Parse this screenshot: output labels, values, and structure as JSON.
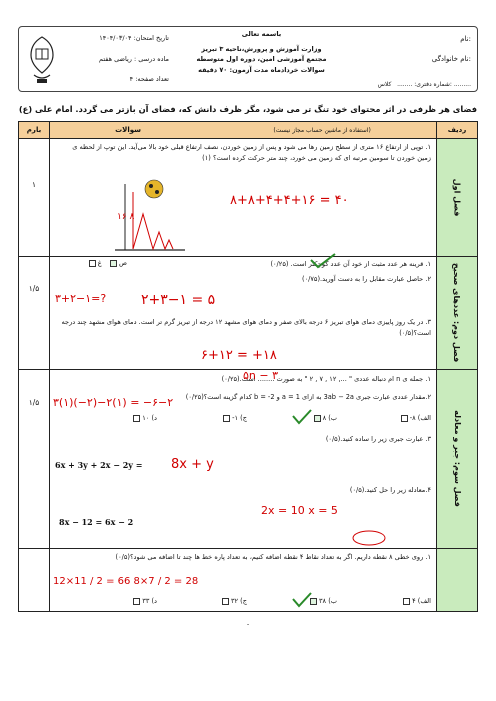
{
  "header": {
    "name_label": "نام:",
    "family_label": "نام خانوادگی:",
    "class_label": "کلاس: .........",
    "office_label": "شماره دفتری: ........",
    "blessing": "باسمه تعالی",
    "ministry": "وزارت آموزش و پرورش،ناحیه ۳ تبریز",
    "school": "مجتمع آموزشی امین، دوره اول متوسطه",
    "exam_info": "سوالات خردادماه   مدت آزمون: ۷۰ دقیقه",
    "date_label": "تاریخ امتحان: ۱۴۰۴/۰۳/۰۴",
    "subject_label": "ماده درسی : ریاضی هفتم",
    "pages_label": "تعداد صفحه: ۴"
  },
  "motto": "فضای هر ظرفی در اثر محتوای خود تنگ تر می شود، مگر ظرف دانش که، فضای آن بازتر می گردد. امام علی (ع)",
  "table": {
    "col_row": "ردیف",
    "col_questions": "سوالات",
    "calc_note": "(استفاده از ماشین حساب مجاز نیست)",
    "col_score": "بارم"
  },
  "sections": [
    {
      "label": "فصل اول",
      "score": "۱"
    },
    {
      "label": "فصل دوم: عددهای صحیح",
      "score": "۱/۵"
    },
    {
      "label": "فصل سوم: جبر و معادله",
      "score": "۱/۵"
    },
    {
      "label": "",
      "score": ""
    }
  ],
  "questions": {
    "q1": "۱. توپی از ارتفاع ۱۶ متری از سطح زمین رها می شود و پس از زمین خوردن، نصف ارتفاع قبلی خود بالا می‌آید. این توپ از لحظه ی زمین خوردن تا سومین مرتبه ای که زمین می خورد، چند متر حرکت کرده است؟ (۱)",
    "q2_1": "۱. قرینه هر عدد مثبت از خود آن عدد کوچکتر است. (۰/۲۵)",
    "q2_1_true": "ص",
    "q2_1_false": "غ",
    "q2_2": "۲. حاصل عبارت مقابل را به دست آورید.(۰/۷۵)",
    "q2_3": "۳. در یک روز پاییزی دمای هوای تبریز ۶ درجه بالای صفر و دمای هوای مشهد ۱۲ درجه از تبریز گرم تر است. دمای هوای مشهد چند درجه است؟(۰/۵)",
    "q3_1": "۱. جمله ی n ام دنباله عددی \" ..., ۱۲ , ۷ , ۲ \" به صورت ........ است.(۰/۲۵)",
    "q3_2": "۲.مقدار عددی عبارت جبری 3ab − 2a به ازای 1 = a و 2- = b کدام گزینه است؟(۰/۲۵)",
    "q3_2_opts": [
      "الف) ۸-",
      "ب) ۸",
      "ج) ۱-",
      "د) ۱۰"
    ],
    "q3_3": "۳. عبارت جبری زیر را ساده کنید.(۰/۵)",
    "q3_3_expr": "6x + 3y + 2x − 2y =",
    "q3_4": "۴.معادله زیر را حل کنید.(۰/۵)",
    "q3_4_expr": "8x − 12 = 6x − 2",
    "q4_1": "۱. روی خطی ۸ نقطه داریم. اگر به تعداد نقاط ۴ نقطه اضافه کنیم، به تعداد پاره خط ها چند تا اضافه می شود؟(۰/۵)",
    "q4_1_opts": [
      "الف) ۴",
      "ب) ۳۸",
      "ج) ۳۲",
      "د) ۳۳"
    ]
  },
  "handwriting": {
    "q1_work": "۸+۸+۴+۴+۱۶ = ۴۰",
    "q1_marks": "۱۶  ۸",
    "q2_work": "۲+۳−۱ = ۵",
    "q2_expr": "۳+۲−۱=?",
    "q2_3_work": "۶+۱۲ = +۱۸",
    "q3_1_work": "۵n − ۳",
    "q3_2_work": "۳(۱)(−۲)−۲(۱) = −۶−۲",
    "q3_3_work": "8x + y",
    "q3_4_work": "2x = 10   x = 5",
    "q4_1_work": "12×11 / 2 = 66   8×7 / 2 = 28"
  },
  "page_number": "۰"
}
